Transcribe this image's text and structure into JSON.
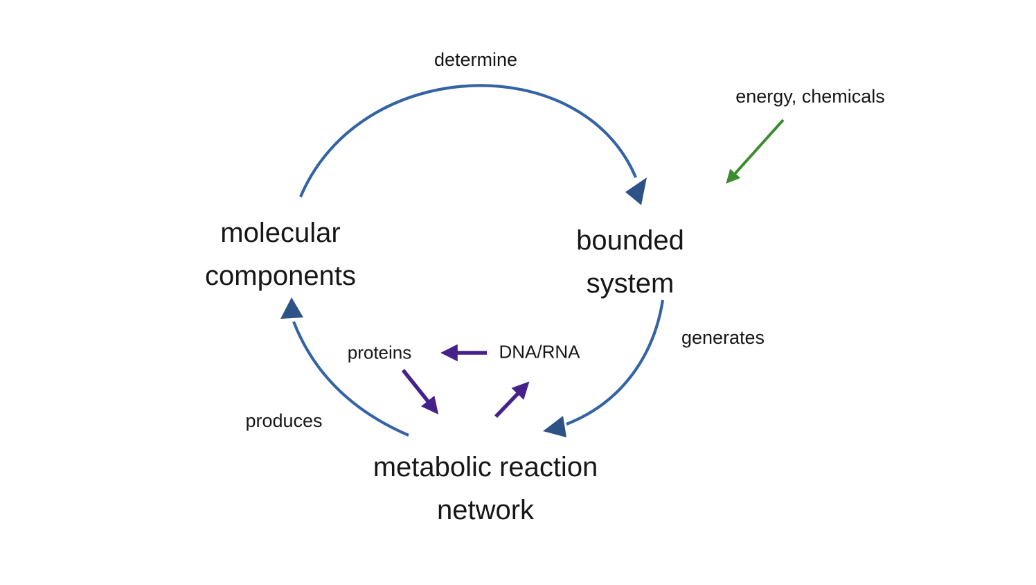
{
  "colors": {
    "arc_blue": "#3464a4",
    "head_blue": "#2d5285",
    "arrow_purple": "#45228a",
    "arrow_green": "#3a8c2f",
    "text": "#161616",
    "background": "#ffffff"
  },
  "nodes": {
    "molecular_components": {
      "line1": "molecular",
      "line2": "components"
    },
    "bounded_system": {
      "line1": "bounded",
      "line2": "system"
    },
    "metabolic_network": {
      "line1": "metabolic reaction",
      "line2": "network"
    }
  },
  "edge_labels": {
    "determine": "determine",
    "generates": "generates",
    "produces": "produces",
    "energy_chemicals": "energy, chemicals",
    "proteins": "proteins",
    "dna_rna": "DNA/RNA"
  }
}
